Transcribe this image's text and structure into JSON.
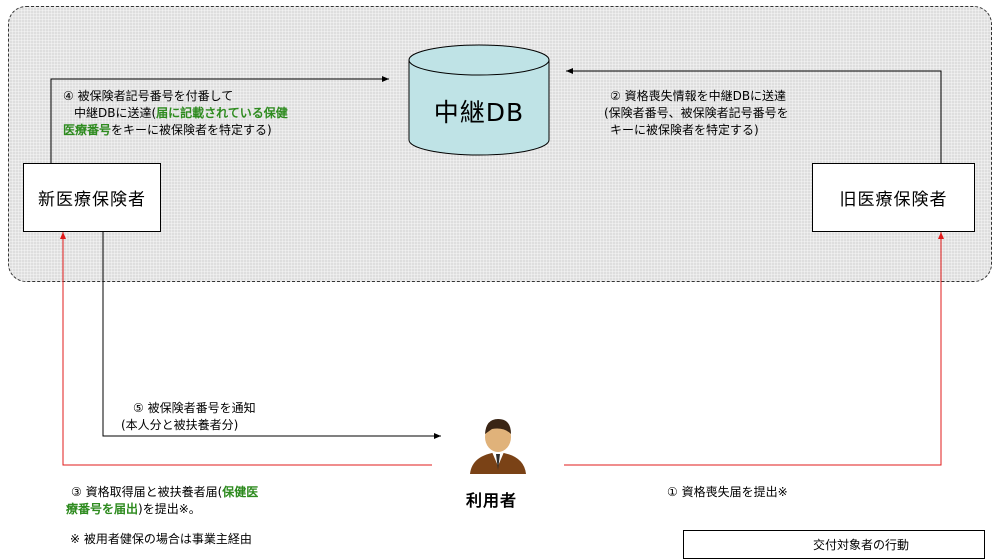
{
  "db": {
    "label": "中継DB"
  },
  "new_insurer": {
    "label": "新医療保険者"
  },
  "old_insurer": {
    "label": "旧医療保険者"
  },
  "user": {
    "label": "利用者"
  },
  "step4": {
    "line1": "④ 被保険者記号番号を付番して",
    "line2_pre": "中継DBに送達(",
    "line2_hl": "届に記載されている保健",
    "line3_hl": "医療番号",
    "line3_post": "をキーに被保険者を特定する)"
  },
  "step2": {
    "line1": "② 資格喪失情報を中継DBに送達",
    "line2": "(保険者番号、被保険者記号番号を",
    "line3": "キーに被保険者を特定する)"
  },
  "step5": {
    "line1": "⑤ 被保険者番号を通知",
    "line2": "(本人分と被扶養者分)"
  },
  "step3": {
    "line1_pre": "③ 資格取得届と被扶養者届(",
    "line1_hl": "保健医",
    "line2_hl": "療番号を届出",
    "line2_post": ")を提出※。"
  },
  "step1": {
    "text": "① 資格喪失届を提出※"
  },
  "footnote": {
    "text": "※ 被用者健保の場合は事業主経由"
  },
  "legend": {
    "label": "交付対象者の行動"
  },
  "colors": {
    "action_arrow": "#e01b1b",
    "db_fill": "#bfe3e6",
    "highlight": "#2e8b1f"
  }
}
